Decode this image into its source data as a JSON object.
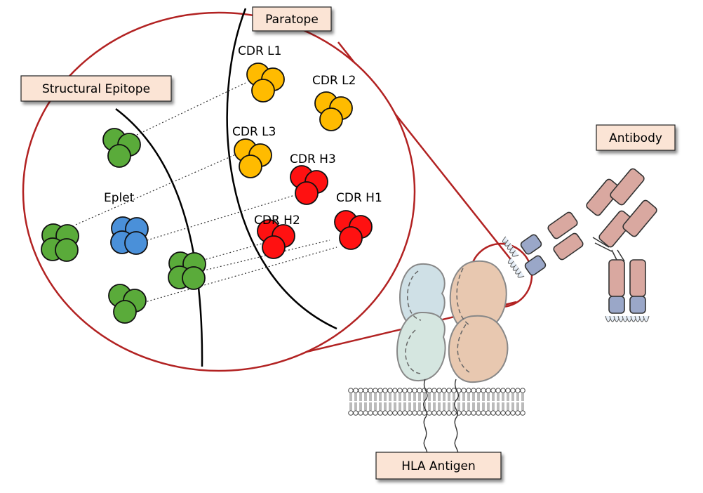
{
  "labels": {
    "structural_epitope": "Structural Epitope",
    "paratope": "Paratope",
    "antibody": "Antibody",
    "hla_antigen": "HLA Antigen",
    "eplet": "Eplet",
    "cdr_l1": "CDR L1",
    "cdr_l2": "CDR L2",
    "cdr_l3": "CDR L3",
    "cdr_h1": "CDR H1",
    "cdr_h2": "CDR H2",
    "cdr_h3": "CDR H3"
  },
  "colors": {
    "zoom_circle": "#b22222",
    "label_box_fill": "#fbe4d5",
    "epitope_green": "#5aab3a",
    "eplet_blue": "#4a90d9",
    "cdr_light_yellow": "#ffbb00",
    "cdr_heavy_red": "#ff1111",
    "antibody_heavy": "#d9a8a0",
    "antibody_light": "#9aa7c8",
    "hla_alpha": "#cfe0e6",
    "hla_beta": "#e8c8b0"
  }
}
